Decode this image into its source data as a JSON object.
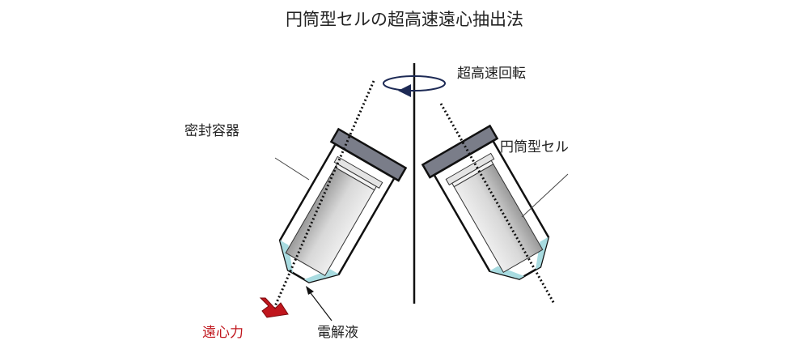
{
  "title": "円筒型セルの超高速遠心抽出法",
  "labels": {
    "rotation": "超高速回転",
    "container": "密封容器",
    "cell": "円筒型セル",
    "force": "遠心力",
    "electrolyte": "電解液"
  },
  "colors": {
    "force": "#c0161d",
    "cap": "#7a7d89",
    "electrolyte": "#a8dbe0"
  }
}
